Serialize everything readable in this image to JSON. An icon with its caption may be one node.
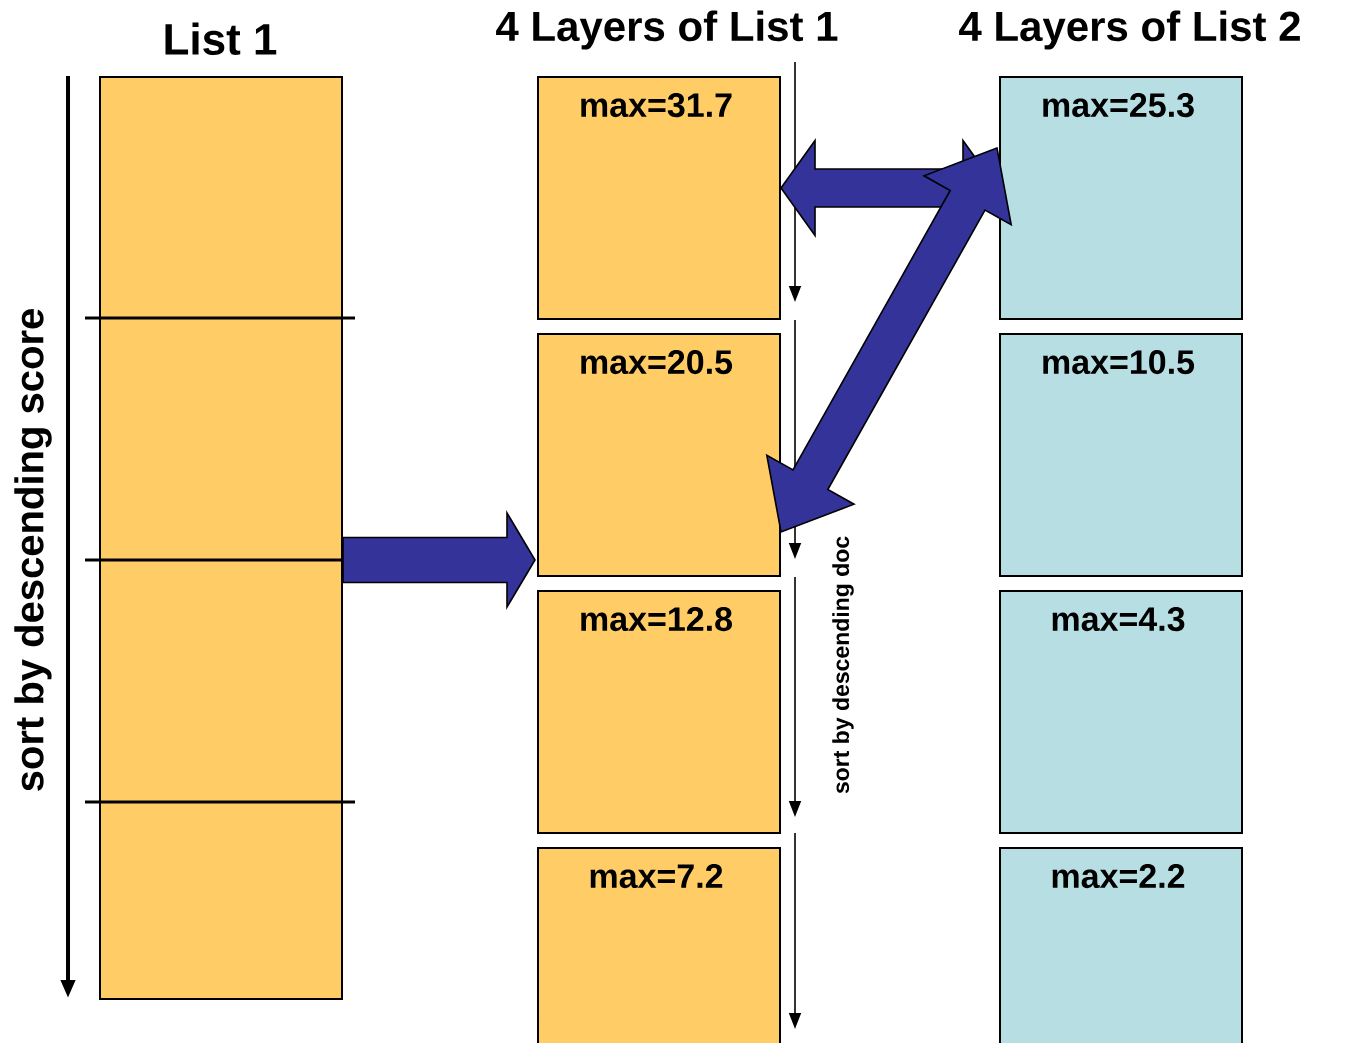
{
  "diagram": {
    "nodes": [
      {
        "text": [
          "List 1"
        ]
      },
      {
        "text": [
          "max=31.7"
        ]
      },
      {
        "text": [
          "max=20.5"
        ]
      },
      {
        "text": [
          "max=12.8"
        ]
      },
      {
        "text": [
          "max=7.2"
        ]
      },
      {
        "text": [
          "max=25.3"
        ]
      },
      {
        "text": [
          "max=10.5"
        ]
      },
      {
        "text": [
          "max=4.3"
        ]
      },
      {
        "text": [
          "max=2.2"
        ]
      }
    ],
    "edges": [
      {
        "from": 0,
        "to": 2,
        "arrow": "to"
      },
      {
        "from": 5,
        "to": 1,
        "arrow": "both"
      },
      {
        "from": 5,
        "to": 2,
        "arrow": "both"
      }
    ],
    "labels": [
      "4 Layers of List 1",
      "4 Layers of List 2",
      "sort by descending score",
      "sort by descending doc"
    ]
  }
}
